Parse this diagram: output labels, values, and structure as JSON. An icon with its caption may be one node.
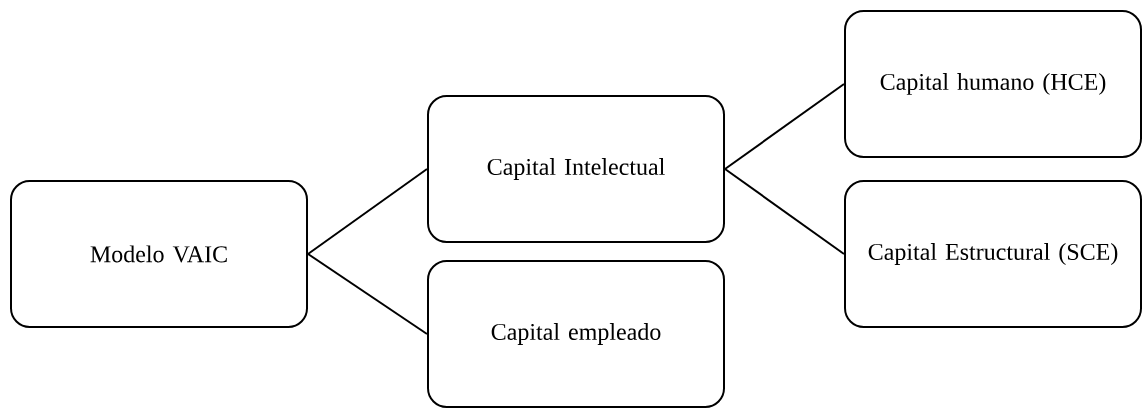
{
  "diagram": {
    "nodes": [
      {
        "text": [
          "Modelo VAIC"
        ]
      },
      {
        "text": [
          "Capital Intelectual"
        ]
      },
      {
        "text": [
          "Capital empleado"
        ]
      },
      {
        "text": [
          "Capital humano (HCE)"
        ]
      },
      {
        "text": [
          "Capital Estructural (SCE)"
        ]
      }
    ],
    "edges": [
      {
        "from": 0,
        "to": 1,
        "arrow": "none"
      },
      {
        "from": 0,
        "to": 2,
        "arrow": "none"
      },
      {
        "from": 1,
        "to": 3,
        "arrow": "none"
      },
      {
        "from": 1,
        "to": 4,
        "arrow": "none"
      }
    ]
  }
}
